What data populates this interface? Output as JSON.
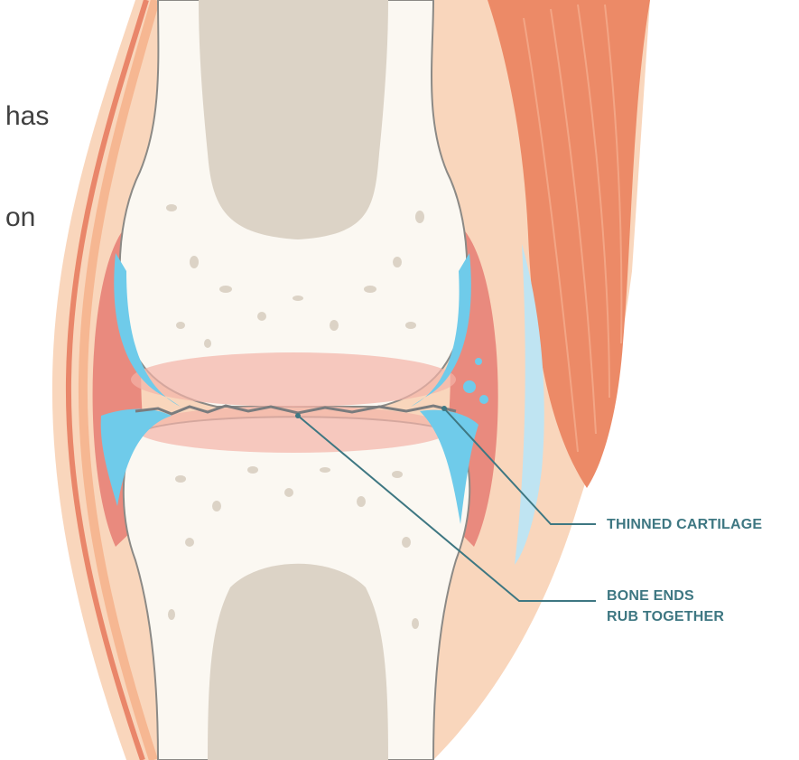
{
  "side_text": {
    "fragment_1": "has",
    "fragment_2": "on"
  },
  "callouts": {
    "thinned_cartilage": "THINNED CARTILAGE",
    "bone_ends_line1": "BONE ENDS",
    "bone_ends_line2": "RUB TOGETHER"
  },
  "colors": {
    "muscle": "#ec8a67",
    "skin": "#f7c9a8",
    "capsule": "#e98a7e",
    "bone": "#fbf8f2",
    "marrow": "#dcd3c6",
    "cartilage": "#6fcbea",
    "leader_line": "#3e7782"
  }
}
